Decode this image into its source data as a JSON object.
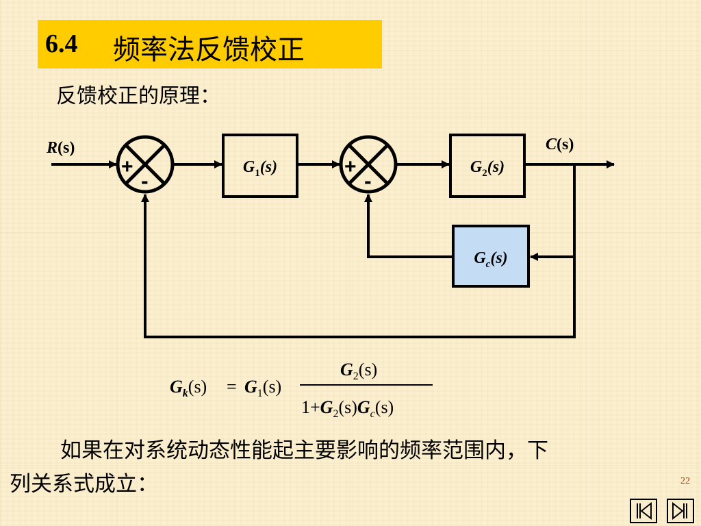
{
  "header": {
    "section_number": "6.4",
    "title": "频率法反馈校正"
  },
  "subtitle": "反馈校正的原理：",
  "diagram": {
    "input_label": {
      "main": "R",
      "arg": "(s)"
    },
    "output_label": {
      "main": "C",
      "arg": "(s)"
    },
    "summer1": {
      "plus": "+",
      "minus": "-"
    },
    "summer2": {
      "plus": "+",
      "minus": "-"
    },
    "block_g1": {
      "main": "G",
      "sub": "1",
      "arg": "(s)"
    },
    "block_g2": {
      "main": "G",
      "sub": "2",
      "arg": "(s)"
    },
    "block_gc": {
      "main": "G",
      "sub": "c",
      "arg": "(s)"
    },
    "colors": {
      "gc_fill": "#c5dcf5",
      "lines": "#000000"
    }
  },
  "formula": {
    "lhs_main": "G",
    "lhs_sub": "k",
    "lhs_arg": "(s)",
    "equals": "=",
    "g1_main": "G",
    "g1_sub": "1",
    "g1_arg": "(s)",
    "num_main": "G",
    "num_sub": "2",
    "num_arg": "(s)",
    "den_one": "1",
    "den_plus": "+",
    "den_g2_main": "G",
    "den_g2_sub": "2",
    "den_g2_arg": "(s)",
    "den_gc_main": "G",
    "den_gc_sub": "c",
    "den_gc_arg": "(s)"
  },
  "paragraph": {
    "line1": "如果在对系统动态性能起主要影响的频率范围内，下",
    "line2": "列关系式成立："
  },
  "page_number": "22",
  "nav": {
    "prev_icon": "first-page-icon",
    "next_icon": "last-page-icon"
  }
}
